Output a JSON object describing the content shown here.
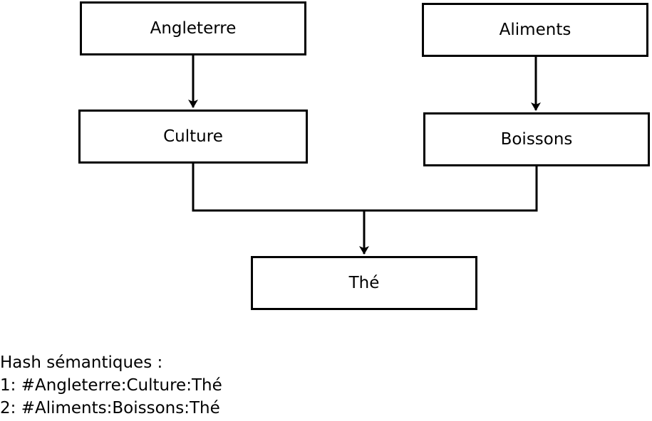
{
  "diagram": {
    "nodes": {
      "angleterre": "Angleterre",
      "culture": "Culture",
      "aliments": "Aliments",
      "boissons": "Boissons",
      "the": "Thé"
    },
    "edges": [
      {
        "from": "angleterre",
        "to": "culture"
      },
      {
        "from": "aliments",
        "to": "boissons"
      },
      {
        "from": "culture",
        "to": "the"
      },
      {
        "from": "boissons",
        "to": "the"
      }
    ]
  },
  "notes": {
    "heading": "Hash sémantiques :",
    "lines": [
      "1: #Angleterre:Culture:Thé",
      "2: #Aliments:Boissons:Thé"
    ]
  }
}
